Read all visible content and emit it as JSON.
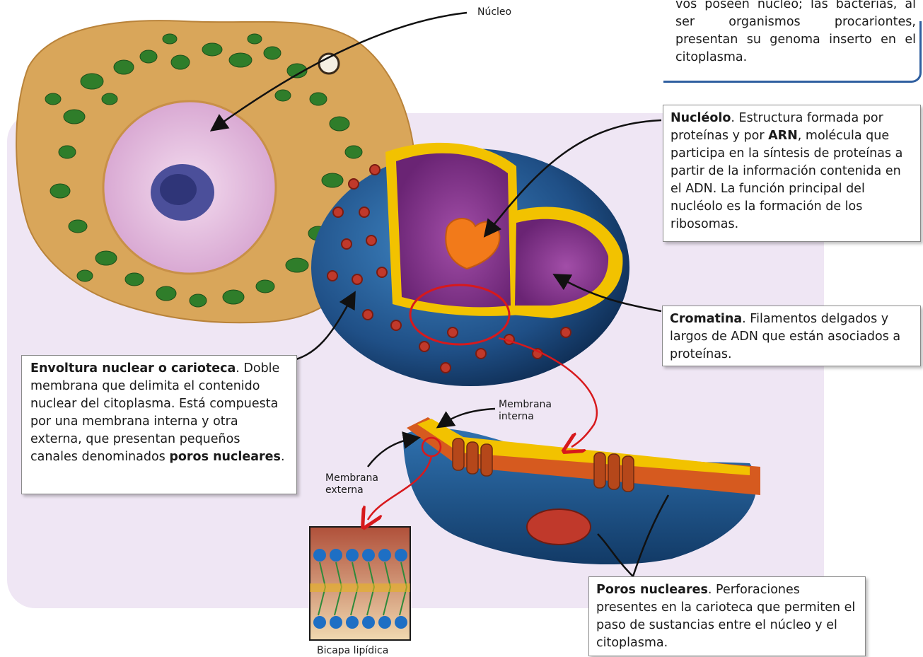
{
  "labels": {
    "nucleo": "Núcleo",
    "membrana_interna": "Membrana\ninterna",
    "membrana_externa": "Membrana\nexterna",
    "bicapa": "Bicapa lipídica"
  },
  "top_note": {
    "text": "vos poseen núcleo; las bacterias, al ser organismos procariontes, presentan su genoma inserto en el citoplasma."
  },
  "nucleolo": {
    "title": "Nucléolo",
    "text_a": ". Estructura formada por proteínas y por ",
    "bold_b": "ARN",
    "text_c": ", molécula que participa en la síntesis de proteínas a partir de la información contenida en el ADN. La función principal del nucléolo es la formación de los ribosomas."
  },
  "cromatina": {
    "title": "Cromatina",
    "text": ". Filamentos delgados y largos de ADN que están asociados a proteínas."
  },
  "envoltura": {
    "title": "Envoltura nuclear o carioteca",
    "text": ". Doble membrana que delimita el contenido nuclear del citoplasma. Está compuesta por una membrana interna y otra externa, que presentan pequeños canales denominados ",
    "bold_end": "poros nucleares",
    "end": "."
  },
  "poros": {
    "title": "Poros nucleares",
    "text": ". Perforaciones presentes en la carioteca que permiten el paso de sustancias entre el núcleo y el citoplasma."
  },
  "colors": {
    "panel": "#efe6f4",
    "cytoplasm": "#d9a65a",
    "mitochondria": "#2f7d2a",
    "nucleus_micro": "#e7c6e2",
    "nucleolus_micro": "#4b4f9a",
    "envelope_blue": "#2b5d92",
    "pore_red": "#c0392b",
    "chromatin_purple": "#7d2f86",
    "yellow_layer": "#f2c200",
    "nucleolus_orange": "#f27a1a",
    "circle_red": "#d7191c"
  }
}
